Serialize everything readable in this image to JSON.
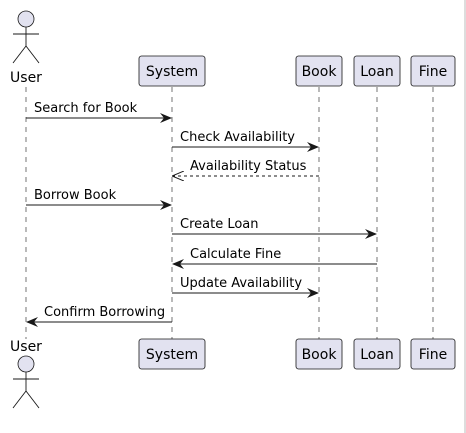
{
  "participants": [
    {
      "id": "user",
      "label": "User",
      "kind": "actor"
    },
    {
      "id": "system",
      "label": "System",
      "kind": "participant"
    },
    {
      "id": "book",
      "label": "Book",
      "kind": "participant"
    },
    {
      "id": "loan",
      "label": "Loan",
      "kind": "participant"
    },
    {
      "id": "fine",
      "label": "Fine",
      "kind": "participant"
    }
  ],
  "messages": [
    {
      "from": "user",
      "to": "system",
      "label": "Search for Book",
      "style": "solid"
    },
    {
      "from": "system",
      "to": "book",
      "label": "Check Availability",
      "style": "solid"
    },
    {
      "from": "book",
      "to": "system",
      "label": "Availability Status",
      "style": "dashed"
    },
    {
      "from": "user",
      "to": "system",
      "label": "Borrow Book",
      "style": "solid"
    },
    {
      "from": "system",
      "to": "loan",
      "label": "Create Loan",
      "style": "solid"
    },
    {
      "from": "loan",
      "to": "system",
      "label": "Calculate Fine",
      "style": "solid"
    },
    {
      "from": "system",
      "to": "book",
      "label": "Update Availability",
      "style": "solid"
    },
    {
      "from": "system",
      "to": "user",
      "label": "Confirm Borrowing",
      "style": "solid"
    }
  ],
  "colors": {
    "participant_fill": "#E2E2F0",
    "stroke": "#181818"
  }
}
